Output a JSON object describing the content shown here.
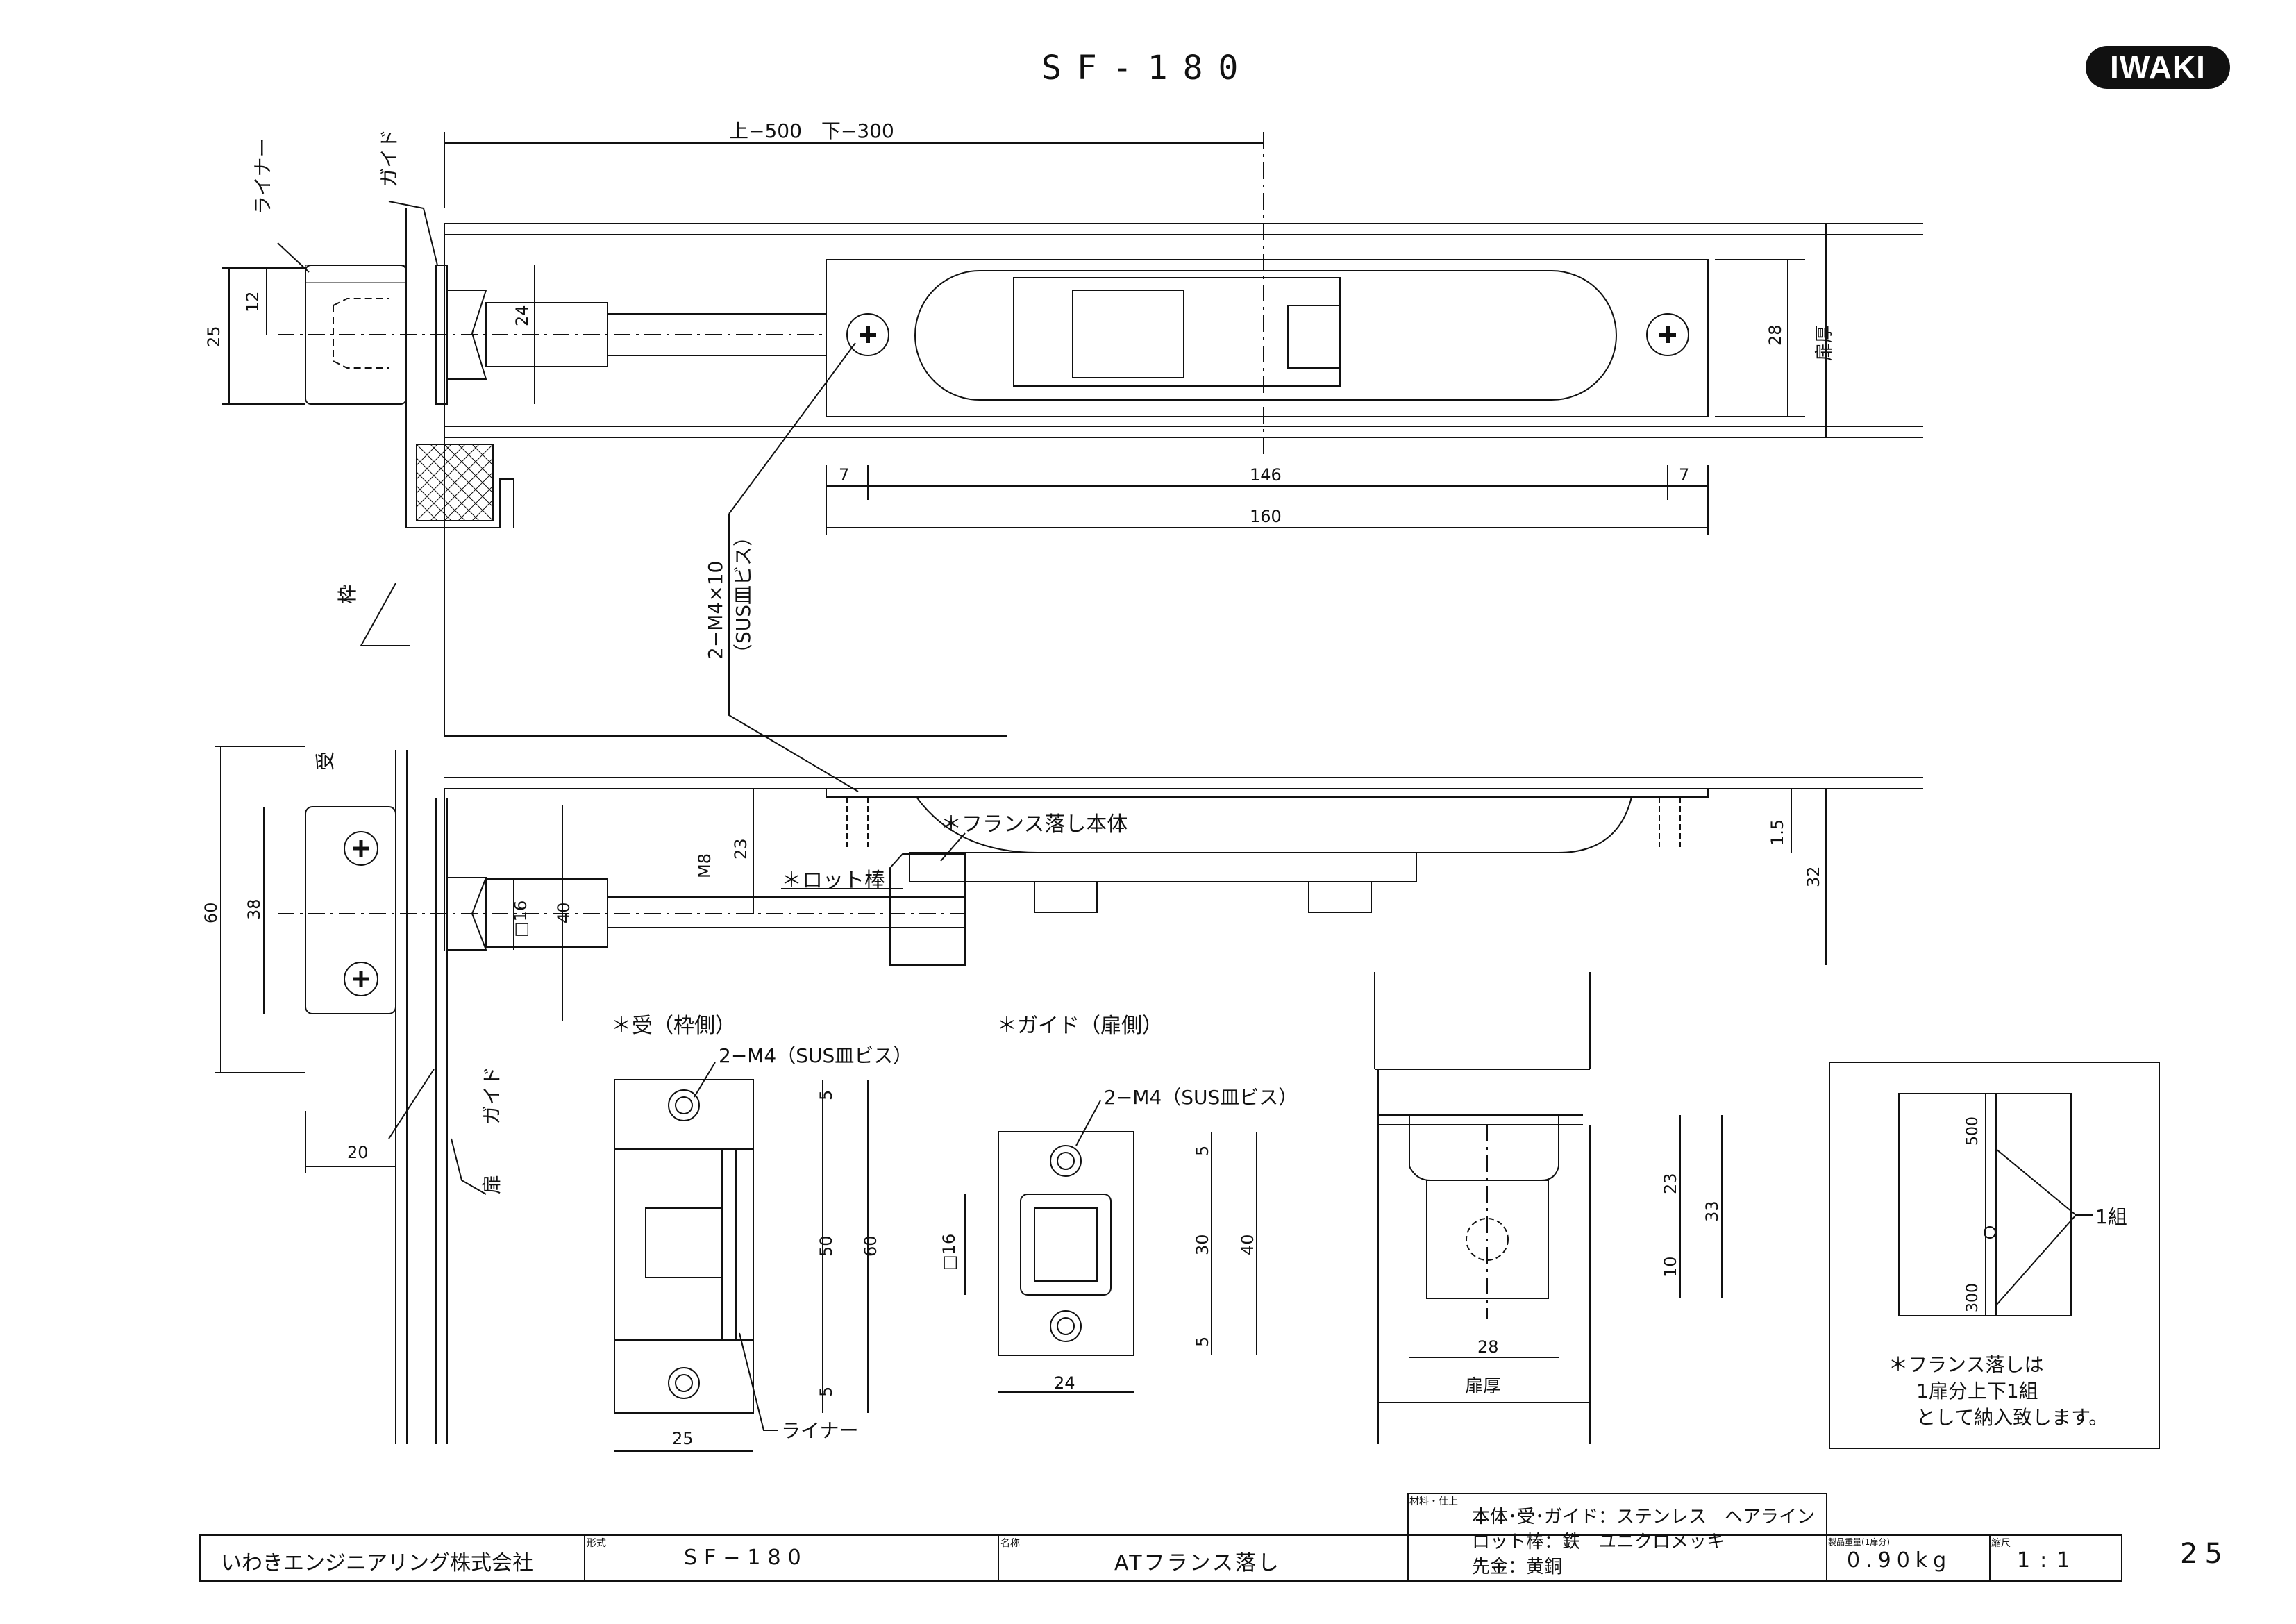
{
  "header": {
    "title": "SF-180",
    "logo_text": "IWAKI",
    "page_number": "25"
  },
  "top_view": {
    "rod_length": "上−500　下−300",
    "label_liner": "ライナー",
    "label_guide": "ガイド",
    "label_frame": "枠",
    "label_door_thickness": "扉厚",
    "dim_12": "12",
    "dim_25": "25",
    "dim_24": "24",
    "dim_28": "28",
    "dim_7_left": "7",
    "dim_146": "146",
    "dim_7_right": "7",
    "dim_160": "160",
    "screw_spec": "2−M4×10",
    "screw_spec_sub": "（SUS皿ビス）"
  },
  "side_view": {
    "label_receiver": "受",
    "label_guide": "ガイド",
    "label_door": "扉",
    "label_flush_bolt_body": "＊フランス落し本体",
    "label_rod": "＊ロット棒",
    "dim_60": "60",
    "dim_38": "38",
    "dim_16": "□16",
    "dim_40": "40",
    "dim_m8": "M8",
    "dim_23": "23",
    "dim_1_5": "1.5",
    "dim_32": "32",
    "dim_20": "20"
  },
  "receiver_detail": {
    "title": "＊受（枠側）",
    "screw": "2−M4（SUS皿ビス）",
    "dim_5_top": "5",
    "dim_50": "50",
    "dim_60": "60",
    "dim_5_bottom": "5",
    "dim_25": "25",
    "label_liner": "ライナー"
  },
  "guide_detail": {
    "title": "＊ガイド（扉側）",
    "screw": "2−M4（SUS皿ビス）",
    "dim_16": "□16",
    "dim_5_top": "5",
    "dim_30": "30",
    "dim_40": "40",
    "dim_5_bottom": "5",
    "dim_24": "24"
  },
  "end_view": {
    "dim_23": "23",
    "dim_33": "33",
    "dim_10": "10",
    "dim_28": "28",
    "label_door_thickness": "扉厚"
  },
  "set_note": {
    "dim_500": "500",
    "dim_300": "300",
    "label_set": "1組",
    "note_line1": "＊フランス落しは",
    "note_line2": "1扉分上下1組",
    "note_line3": "として納入致します。"
  },
  "title_block": {
    "company": "いわきエンジニアリング株式会社",
    "model_label": "形式",
    "model": "SF−180",
    "name_label": "名称",
    "name": "ATフランス落し",
    "material_label": "材料・仕上",
    "material_line1": "本体･受･ガイド：ステンレス　ヘアライン",
    "material_line2": "ロット棒：鉄　ユニクロメッキ",
    "material_line3": "先金：黄銅",
    "weight_label": "製品重量(1扉分)",
    "weight": "0.90kg",
    "scale_label": "縮尺",
    "scale": "1:1"
  }
}
